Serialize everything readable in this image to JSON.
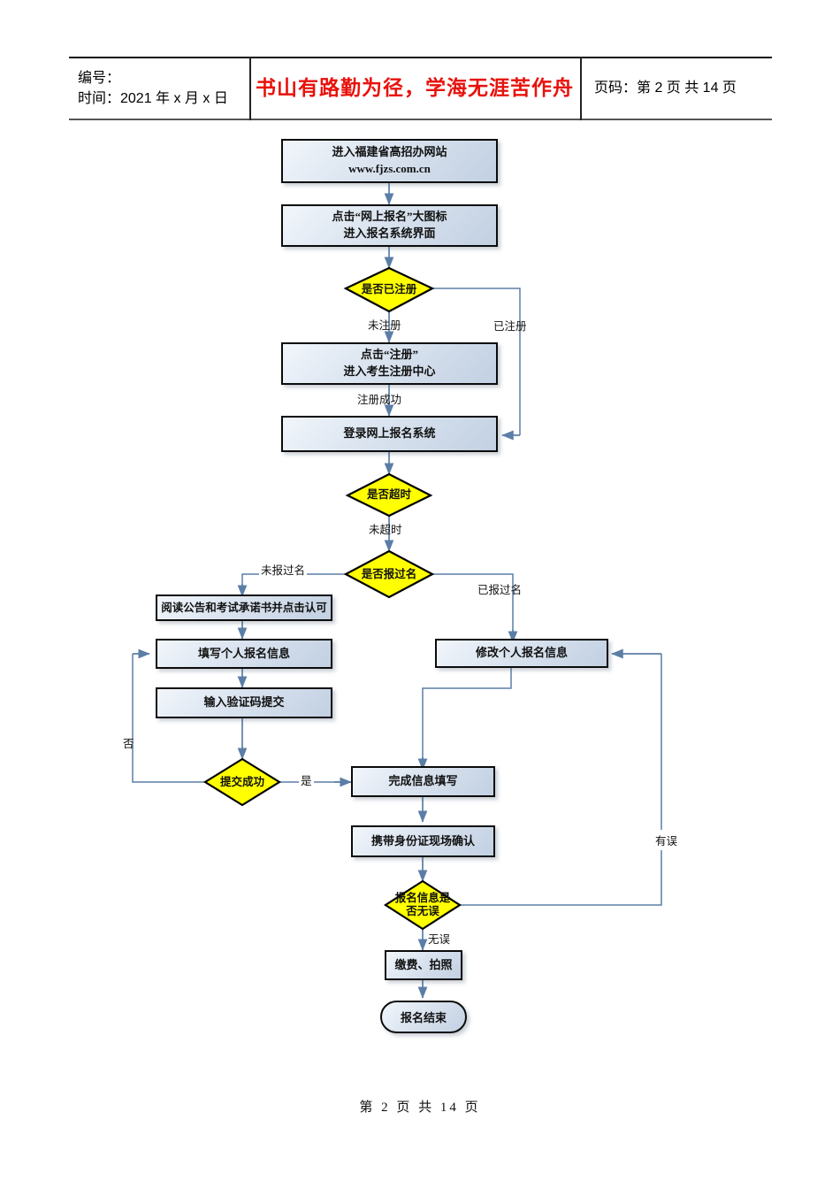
{
  "header": {
    "left_line1": "编号：",
    "left_line2": "时间：2021 年 x 月 x 日",
    "motto": "书山有路勤为径，学海无涯苦作舟",
    "right": "页码：第 2 页  共 14 页"
  },
  "footer": {
    "text": "第 2 页 共 14 页"
  },
  "colors": {
    "decision_fill": "#ffff00",
    "decision_stroke": "#000000",
    "process_stroke": "#0b0b0b",
    "connector": "#5b7ea6",
    "motto_color": "#e8120c",
    "page_background": "#ffffff"
  },
  "chart_data": {
    "type": "diagram",
    "title": "网上报名流程图",
    "nodes": [
      {
        "id": "n1",
        "shape": "process",
        "text": "进入福建省高招办网站\nwww.fjzs.com.cn",
        "line1": "进入福建省高招办网站",
        "line2": "www.fjzs.com.cn"
      },
      {
        "id": "n2",
        "shape": "process",
        "line1": "点击“网上报名”大图标",
        "line2": "进入报名系统界面"
      },
      {
        "id": "d1",
        "shape": "decision",
        "text": "是否已注册"
      },
      {
        "id": "n3",
        "shape": "process",
        "line1": "点击“注册”",
        "line2": "进入考生注册中心"
      },
      {
        "id": "n4",
        "shape": "process",
        "text": "登录网上报名系统"
      },
      {
        "id": "d2",
        "shape": "decision",
        "text": "是否超时"
      },
      {
        "id": "d3",
        "shape": "decision",
        "text": "是否报过名"
      },
      {
        "id": "n5",
        "shape": "process",
        "text": "阅读公告和考试承诺书并点击认可"
      },
      {
        "id": "n6",
        "shape": "process",
        "text": "填写个人报名信息"
      },
      {
        "id": "n7",
        "shape": "process",
        "text": "输入验证码提交"
      },
      {
        "id": "n8",
        "shape": "process",
        "text": "修改个人报名信息"
      },
      {
        "id": "d4",
        "shape": "decision",
        "text": "提交成功"
      },
      {
        "id": "n9",
        "shape": "process",
        "text": "完成信息填写"
      },
      {
        "id": "n10",
        "shape": "process",
        "text": "携带身份证现场确认"
      },
      {
        "id": "d5",
        "shape": "decision",
        "line1": "报名信息是",
        "line2": "否无误"
      },
      {
        "id": "n11",
        "shape": "process",
        "text": "缴费、拍照"
      },
      {
        "id": "n12",
        "shape": "terminal",
        "text": "报名结束"
      }
    ],
    "edges": [
      {
        "from": "n1",
        "to": "n2",
        "label": ""
      },
      {
        "from": "n2",
        "to": "d1",
        "label": ""
      },
      {
        "from": "d1",
        "to": "n3",
        "label": "未注册"
      },
      {
        "from": "d1",
        "to": "n4",
        "label": "已注册"
      },
      {
        "from": "n3",
        "to": "n4",
        "label": "注册成功"
      },
      {
        "from": "n4",
        "to": "d2",
        "label": ""
      },
      {
        "from": "d2",
        "to": "d3",
        "label": "未超时"
      },
      {
        "from": "d3",
        "to": "n5",
        "label": "未报过名"
      },
      {
        "from": "d3",
        "to": "n8",
        "label": "已报过名"
      },
      {
        "from": "n5",
        "to": "n6",
        "label": ""
      },
      {
        "from": "n6",
        "to": "n7",
        "label": ""
      },
      {
        "from": "n7",
        "to": "d4",
        "label": ""
      },
      {
        "from": "d4",
        "to": "n6",
        "label": "否"
      },
      {
        "from": "d4",
        "to": "n9",
        "label": "是"
      },
      {
        "from": "n8",
        "to": "n9",
        "label": ""
      },
      {
        "from": "n9",
        "to": "n10",
        "label": ""
      },
      {
        "from": "n10",
        "to": "d5",
        "label": ""
      },
      {
        "from": "d5",
        "to": "n11",
        "label": "无误"
      },
      {
        "from": "d5",
        "to": "n8",
        "label": "有误"
      },
      {
        "from": "n11",
        "to": "n12",
        "label": ""
      }
    ],
    "edge_labels": {
      "weizhuce": "未注册",
      "yizhuce": "已注册",
      "zhucechenggong": "注册成功",
      "weichaoshi": "未超时",
      "weibaoguoming": "未报过名",
      "yibaoguoming": "已报过名",
      "fou": "否",
      "shi": "是",
      "wuwu": "无误",
      "youwu": "有误"
    }
  }
}
